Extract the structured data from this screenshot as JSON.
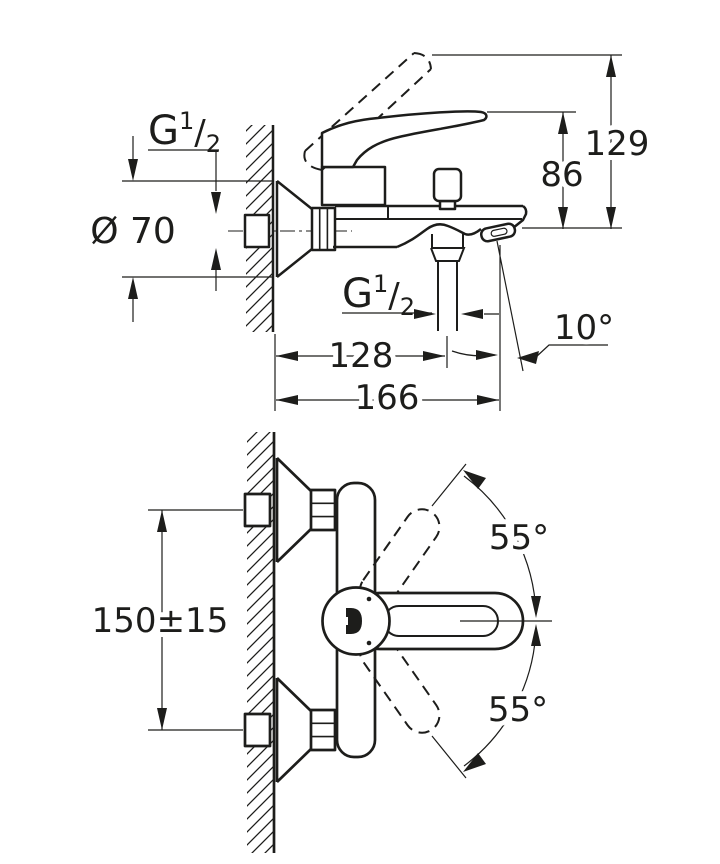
{
  "colors": {
    "ink": "#1d1d1b",
    "paper": "#ffffff"
  },
  "side_view": {
    "labels": {
      "wall_thread": {
        "g": "G",
        "num": "1",
        "slash": "/",
        "den": "2"
      },
      "escutcheon_dia": "Ø 70",
      "height_total": "129",
      "height_lever": "86",
      "shower_thread": {
        "g": "G",
        "num": "1",
        "slash": "/",
        "den": "2"
      },
      "depth_outlet": "128",
      "depth_total": "166",
      "spout_angle": "10°"
    }
  },
  "front_view": {
    "labels": {
      "inlet_spacing": "150±15",
      "swing_upper": "55°",
      "swing_lower": "55°"
    }
  }
}
